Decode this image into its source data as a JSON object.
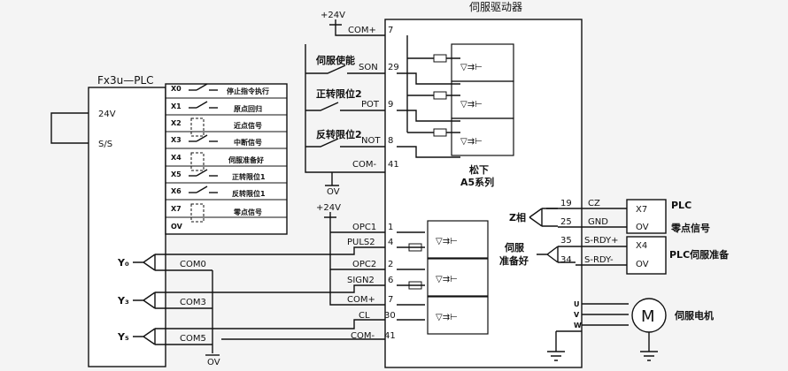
{
  "plc": {
    "title": "Fx3u—PLC",
    "supply_24v": "24V",
    "ss": "S/S",
    "ov": "OV",
    "inputs": [
      {
        "port": "X0",
        "label": "停止指令执行"
      },
      {
        "port": "X1",
        "label": "原点回归"
      },
      {
        "port": "X2",
        "label": "近点信号"
      },
      {
        "port": "X3",
        "label": "中断信号"
      },
      {
        "port": "X4",
        "label": "伺服准备好"
      },
      {
        "port": "X5",
        "label": "正转限位1"
      },
      {
        "port": "X6",
        "label": "反转限位1"
      },
      {
        "port": "X7",
        "label": "零点信号"
      }
    ],
    "outputs": [
      {
        "port": "Y₀",
        "com": "COM0"
      },
      {
        "port": "Y₃",
        "com": "COM3"
      },
      {
        "port": "Y₅",
        "com": "COM5"
      }
    ],
    "ground_label": "OV"
  },
  "supply_top": "+24V",
  "supply_mid": "+24V",
  "ov_mid": "OV",
  "drive": {
    "title": "伺服驱动器",
    "brand": "松下",
    "series": "A5系列",
    "left_pins": [
      {
        "name": "COM+",
        "num": "7"
      },
      {
        "name": "SON",
        "num": "29"
      },
      {
        "name": "POT",
        "num": "9"
      },
      {
        "name": "NOT",
        "num": "8"
      },
      {
        "name": "COM-",
        "num": "41"
      },
      {
        "name": "OPC1",
        "num": "1"
      },
      {
        "name": "PULS2",
        "num": "4"
      },
      {
        "name": "OPC2",
        "num": "2"
      },
      {
        "name": "SIGN2",
        "num": "6"
      },
      {
        "name": "COM+",
        "num": "7"
      },
      {
        "name": "CL",
        "num": "30"
      },
      {
        "name": "COM-",
        "num": "41"
      }
    ],
    "switch_labels": [
      "伺服使能",
      "正转限位2",
      "反转限位2"
    ],
    "right_pins": [
      {
        "num": "19",
        "name": "CZ"
      },
      {
        "num": "25",
        "name": "GND"
      },
      {
        "num": "35",
        "name": "S-RDY+"
      },
      {
        "num": "34",
        "name": "S-RDY-"
      }
    ],
    "uvw": [
      "U",
      "V",
      "W"
    ]
  },
  "z_phase": "Z相",
  "servo_ready": [
    "伺服",
    "准备好"
  ],
  "plc_right": {
    "ports": [
      "X7",
      "OV",
      "X4",
      "OV"
    ],
    "label1": "PLC",
    "label2": "零点信号",
    "label3": "PLC伺服准备"
  },
  "motor": {
    "symbol": "M",
    "label": "伺服电机"
  }
}
